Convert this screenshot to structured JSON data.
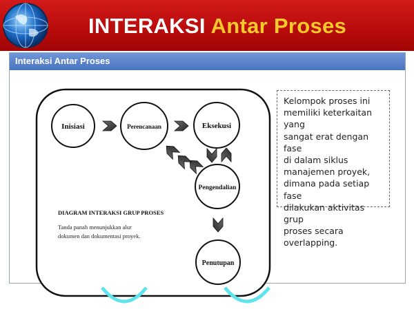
{
  "banner": {
    "title_part1": "INTERAKSI ",
    "title_part2": "Antar Proses",
    "accent_color": "#f4c92a",
    "background_color": "#c01010",
    "logo_icon": "globe-icon"
  },
  "panel": {
    "header": "Interaksi Antar Proses",
    "header_color": "#5a82c8"
  },
  "diagram": {
    "nodes": {
      "inisiasi": "Inisiasi",
      "perencanaan": "Perencanaan",
      "eksekusi": "Eksekusi",
      "pengendalian": "Pengendalian",
      "penutupan": "Penutupan"
    },
    "caption_title": "DIAGRAM INTERAKSI GRUP PROSES",
    "caption_line1": "Tanda panah menunjukkan alur",
    "caption_line2": "dokumen dan dokumentasi proyek.",
    "arrow_icon": "chevron-arrow-icon"
  },
  "description": {
    "lines": [
      "Kelompok proses ini",
      "memiliki keterkaitan yang",
      "sangat erat dengan fase",
      "di dalam siklus",
      "manajemen proyek,",
      "dimana pada setiap fase",
      "dilakukan aktivitas grup",
      "proses secara",
      "overlapping."
    ]
  }
}
